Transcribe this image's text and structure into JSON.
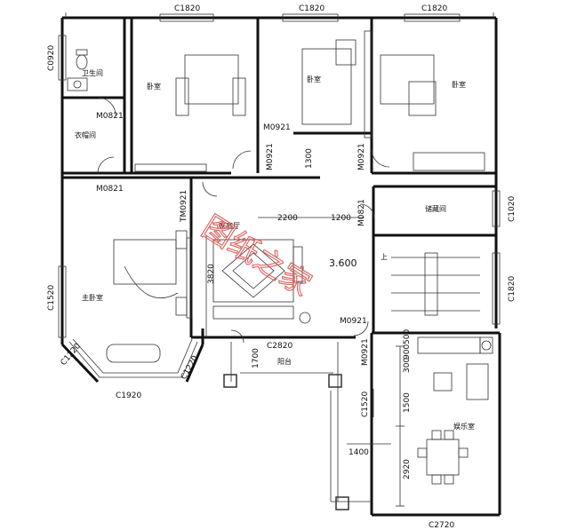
{
  "rooms": {
    "bath": "卫生间",
    "closet": "衣帽间",
    "bedroom_1": "卧室",
    "bedroom_2": "卧室",
    "bedroom_3": "卧室",
    "family_hall": "家庭厅",
    "storage": "储藏间",
    "master_bedroom": "主卧室",
    "balcony": "阳台",
    "entertainment": "娱乐室",
    "stair_up": "上"
  },
  "windows": {
    "top_left": "C1820",
    "top_mid": "C1820",
    "top_right": "C1820",
    "left_bath": "C0920",
    "left_master": "C1520",
    "bay_left": "C1220",
    "bay_right": "C1220",
    "bay_bottom": "C1920",
    "right_storage": "C1020",
    "right_stair": "C1820",
    "balcony_top": "C2820",
    "ent_left": "C1520",
    "bottom_right": "C2720"
  },
  "doors": {
    "bath": "M0821",
    "closet": "M0821",
    "bed1": "M0921",
    "bed3": "M0921",
    "hall_left": "M0921",
    "master": "TM0921",
    "storage": "M0821",
    "stair": "M0921",
    "ent": "M0921"
  },
  "dims": {
    "corridor": "1300",
    "span_a": "2200",
    "span_b": "1200",
    "level": "3.600",
    "hall_depth": "3820",
    "balcony_depth": "1700",
    "ent_a": "1500",
    "ent_b": "2920",
    "ent_w1": "300",
    "ent_w2": "900",
    "ent_w3": "500",
    "bottom_span": "1400"
  },
  "watermark": "图纸之家"
}
